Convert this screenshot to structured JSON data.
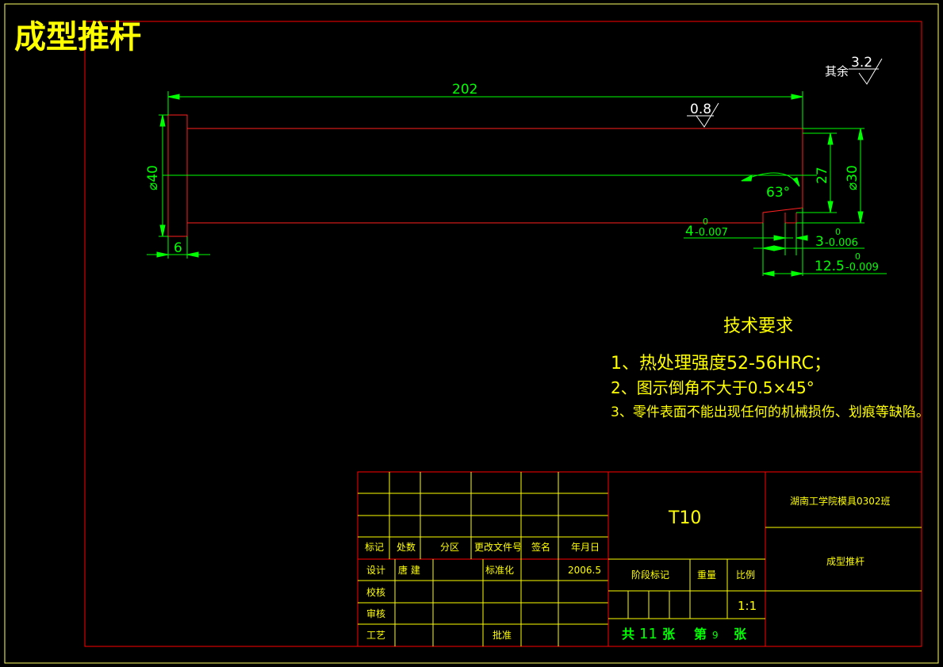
{
  "title": "成型推杆",
  "roughness": {
    "other_label": "其余",
    "other_value": "3.2",
    "surface_value": "0.8"
  },
  "dimensions": {
    "length": "202",
    "head_dia": "⌀40",
    "head_len": "6",
    "shaft_dia": "⌀30",
    "neck_dia": "27",
    "angle": "63°",
    "d1_main": "4",
    "d1_upper": "0",
    "d1_lower": "-0.007",
    "d2_main": "3",
    "d2_upper": "0",
    "d2_lower": "-0.006",
    "d3_main": "12.5",
    "d3_upper": "0",
    "d3_lower": "-0.009"
  },
  "tech": {
    "heading": "技术要求",
    "line1": "1、热处理强度52-56HRC；",
    "line2": "2、图示倒角不大于0.5×45°",
    "line3": "3、零件表面不能出现任何的机械损伤、划痕等缺陷。"
  },
  "titleblock": {
    "col_mark": "标记",
    "col_count": "处数",
    "col_zone": "分区",
    "col_doc": "更改文件号",
    "col_sign": "签名",
    "col_date": "年月日",
    "design": "设计",
    "designer": "唐  建",
    "standardize": "标准化",
    "date": "2006.5",
    "check": "校核",
    "review": "审核",
    "process": "工艺",
    "approve": "批准",
    "material": "T10",
    "stage_mark": "阶段标记",
    "weight": "重量",
    "scale": "比例",
    "scale_value": "1:1",
    "sheets_total_pre": "共",
    "sheets_total": "11",
    "sheets_total_post": "张",
    "sheet_pre": "第",
    "sheet_no": "9",
    "sheet_post": "张",
    "org": "湖南工学院模具0302班",
    "part_name": "成型推杆"
  },
  "colors": {
    "frame": "#ff0000",
    "outer": "#ffff66",
    "dim": "#00ff00",
    "text": "#ffff00",
    "center": "#00ff00",
    "part": "#ff2020"
  }
}
